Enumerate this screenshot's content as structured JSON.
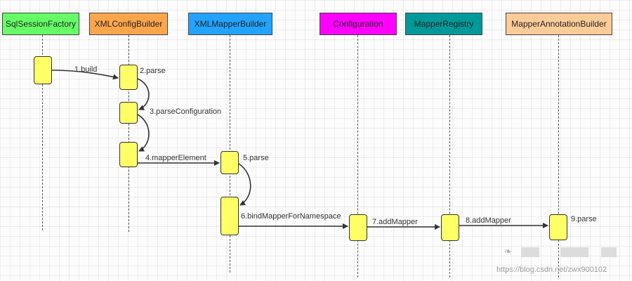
{
  "participants": [
    {
      "name": "SqlSessionFactory",
      "color": "#66ff66"
    },
    {
      "name": "XMLConfigBuilder",
      "color": "#ffa64d"
    },
    {
      "name": "XMLMapperBuilder",
      "color": "#22a3ff"
    },
    {
      "name": "Configuration",
      "color": "#ff00ff"
    },
    {
      "name": "MapperRegistry",
      "color": "#009999"
    },
    {
      "name": "MapperAnnotationBuilder",
      "color": "#ffcc99"
    }
  ],
  "messages": [
    {
      "label": "1.build"
    },
    {
      "label": "2.parse"
    },
    {
      "label": "3.parseConfiguration"
    },
    {
      "label": "4.mapperElement"
    },
    {
      "label": "5.parse"
    },
    {
      "label": "6.bindMapperForNamespace"
    },
    {
      "label": "7.addMapper"
    },
    {
      "label": "8.addMapper"
    },
    {
      "label": "9.parse"
    }
  ],
  "colors": {
    "activation": "#ffff66",
    "line": "#444444"
  },
  "watermark": {
    "url": "https://blog.csdn.net/zwx900102"
  }
}
